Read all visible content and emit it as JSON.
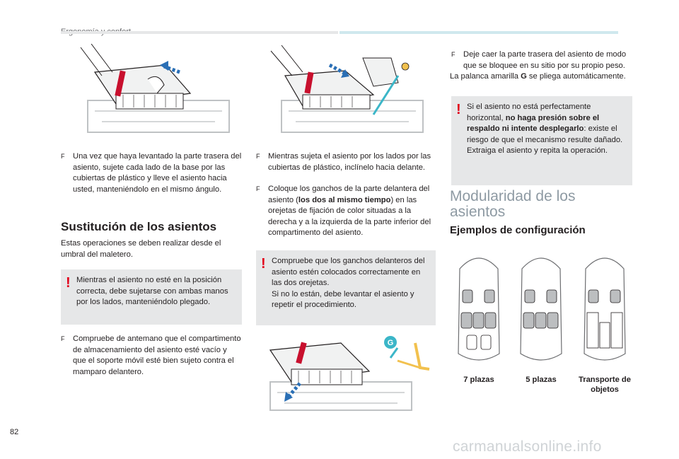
{
  "header": {
    "section_title": "Ergonomía y confort"
  },
  "col1": {
    "bullet1": "Una vez que haya levantado la parte trasera del asiento, sujete cada lado de la base por las cubiertas de plástico y lleve el asiento hacia usted, manteniéndolo en el mismo ángulo.",
    "section_heading": "Sustitución de los asientos",
    "intro": "Estas operaciones se deben realizar desde el umbral del maletero.",
    "warning": "Mientras el asiento no esté en la posición correcta, debe sujetarse con ambas manos por los lados, manteniéndolo plegado.",
    "bullet2": "Compruebe de antemano que el compartimento de almacenamiento del asiento esté vacío y que el soporte móvil esté bien sujeto contra el mamparo delantero."
  },
  "col2": {
    "bullet1": "Mientras sujeta el asiento por los lados por las cubiertas de plástico, inclínelo hacia delante.",
    "bullet2_pre": "Coloque los ganchos de la parte delantera del asiento (",
    "bullet2_bold": "los dos al mismo tiempo",
    "bullet2_post": ") en las orejetas de fijación de color situadas a la derecha y a la izquierda de la parte inferior del compartimento del asiento.",
    "warning_line1": "Compruebe que los ganchos delanteros del asiento estén colocados correctamente en las dos orejetas.",
    "warning_line2": "Si no lo están, debe levantar el asiento y repetir el procedimiento.",
    "callout_letter": "G"
  },
  "col3": {
    "bullet1": "Deje caer la parte trasera del asiento de modo que se bloquee en su sitio por su propio peso.",
    "note_pre": "La palanca amarilla ",
    "note_bold": "G",
    "note_post": " se pliega automáticamente.",
    "warning_pre": "Si el asiento no está perfectamente horizontal, ",
    "warning_bold": "no haga presión sobre el respaldo ni intente desplegarlo",
    "warning_post": ": existe el riesgo de que el mecanismo resulte dañado.",
    "warning_line2": "Extraiga el asiento y repita la operación.",
    "heading": "Modularidad de los asientos",
    "subheading": "Ejemplos de configuración",
    "configs": [
      {
        "label": "7 plazas"
      },
      {
        "label": "5 plazas"
      },
      {
        "label": "Transporte de objetos"
      }
    ]
  },
  "footer": {
    "page_number": "82",
    "watermark": "carmanualsonline.info"
  },
  "colors": {
    "warning_red": "#e2001a",
    "box_gray": "#e6e7e8",
    "heading_gray": "#8e9aa3",
    "accent_teal": "#cfe8ee",
    "arrow_blue": "#2a6fb5",
    "marker_red": "#c8102e",
    "lever_yellow": "#f2c14e",
    "callout_teal": "#3bb6c8"
  }
}
